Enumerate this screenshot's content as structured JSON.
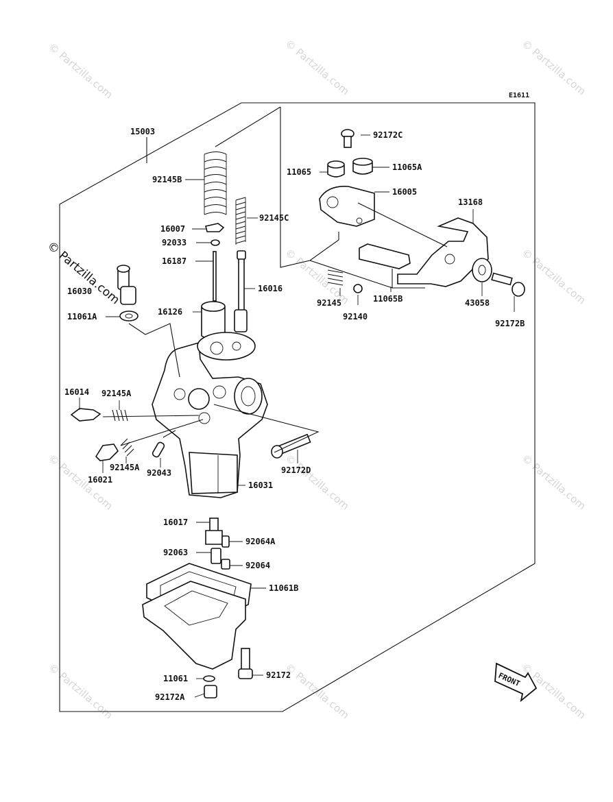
{
  "diagram": {
    "code": "E1611",
    "front_label": "FRONT",
    "watermark": "© Partzilla.com",
    "side_watermark": "© Partzilla.com",
    "parts": {
      "p15003": "15003",
      "p92172C": "92172C",
      "p11065": "11065",
      "p11065A": "11065A",
      "p16005": "16005",
      "p13168": "13168",
      "p92145B": "92145B",
      "p92145C": "92145C",
      "p16007": "16007",
      "p92033": "92033",
      "p16187": "16187",
      "p16030": "16030",
      "p16016": "16016",
      "p92145": "92145",
      "p92140": "92140",
      "p11065B": "11065B",
      "p43058": "43058",
      "p92172B": "92172B",
      "p11061A": "11061A",
      "p16126": "16126",
      "p16014": "16014",
      "p92145A_1": "92145A",
      "p92145A_2": "92145A",
      "p16021": "16021",
      "p92043": "92043",
      "p92172D": "92172D",
      "p16031": "16031",
      "p16017": "16017",
      "p92064A": "92064A",
      "p92063": "92063",
      "p92064": "92064",
      "p11061B": "11061B",
      "p11061": "11061",
      "p92172": "92172",
      "p92172A": "92172A"
    }
  }
}
